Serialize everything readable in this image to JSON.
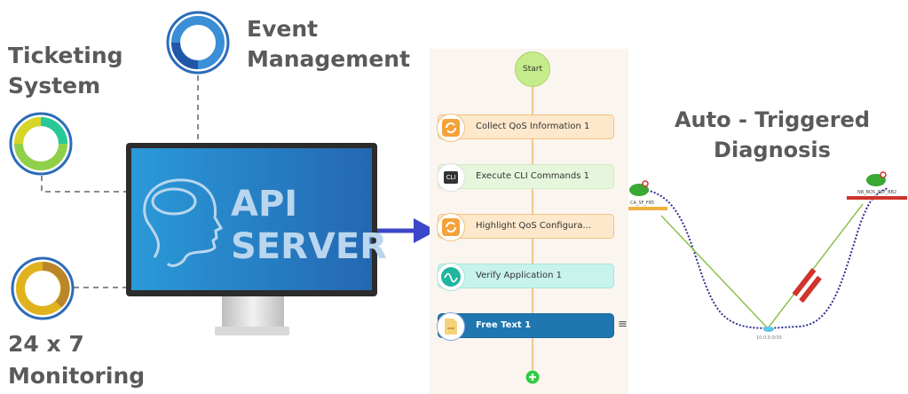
{
  "integrations": [
    {
      "label_line1": "Event",
      "label_line2": "Management",
      "icon": "ring-blue-icon"
    },
    {
      "label_line1": "Ticketing",
      "label_line2": "System",
      "icon": "ring-green-icon"
    },
    {
      "label_line1": "24 x 7",
      "label_line2": "Monitoring",
      "icon": "ring-gold-icon"
    }
  ],
  "server": {
    "line1": "API",
    "line2": "SERVER",
    "icon": "head-brain-icon"
  },
  "workflow": {
    "start_label": "Start",
    "nodes": [
      {
        "label": "Collect QoS Information 1",
        "icon": "refresh-icon"
      },
      {
        "label": "Execute CLI Commands 1",
        "icon": "cli-icon",
        "icon_text": "CLI"
      },
      {
        "label": "Highlight QoS Configura...",
        "icon": "refresh-icon"
      },
      {
        "label": "Verify Application 1",
        "icon": "wave-icon"
      },
      {
        "label": "Free Text 1",
        "icon": "document-icon"
      }
    ],
    "menu_icon": "hamburger-icon",
    "add_icon": "plus-icon"
  },
  "diagnosis": {
    "title_line1": "Auto - Triggered",
    "title_line2": "Diagnosis",
    "devices": [
      {
        "name": "CA_SF_F85"
      },
      {
        "name": "NB_BOS_DLT_BB2"
      }
    ],
    "center_label": "10.0.0.0/30"
  },
  "colors": {
    "arrow": "#3b46c8",
    "screen": "#2a8bd0",
    "free_text_node": "#1f76b0",
    "link": "#8bc34a",
    "path": "#2b2f8f"
  }
}
